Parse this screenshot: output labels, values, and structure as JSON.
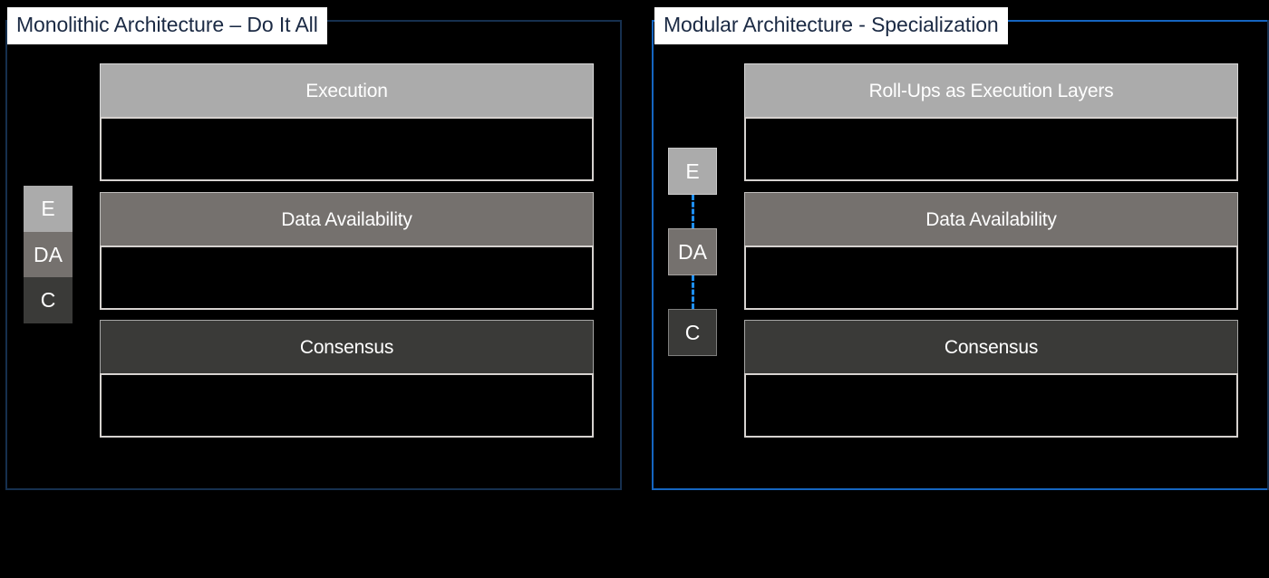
{
  "background_color": "#000000",
  "panels": [
    {
      "id": "monolithic",
      "title": "Monolithic Architecture – Do It All",
      "frame_color": "#16304f",
      "title_bg": "#ffffff",
      "title_color": "#1b2a44",
      "badge_style": "joined",
      "badges": [
        {
          "label": "E",
          "color": "#ABABAB"
        },
        {
          "label": "DA",
          "color": "#75716E"
        },
        {
          "label": "C",
          "color": "#3A3A38"
        }
      ],
      "layers": [
        {
          "label": "Execution",
          "header_color": "#ABABAB"
        },
        {
          "label": "Data Availability",
          "header_color": "#75716E"
        },
        {
          "label": "Consensus",
          "header_color": "#3A3A38"
        }
      ]
    },
    {
      "id": "modular",
      "title": "Modular Architecture - Specialization",
      "frame_color": "#1565C0",
      "title_bg": "#ffffff",
      "title_color": "#1b2a44",
      "badge_style": "split",
      "connector_color": "#1E90FF",
      "badges": [
        {
          "label": "E",
          "color": "#ABABAB"
        },
        {
          "label": "DA",
          "color": "#75716E"
        },
        {
          "label": "C",
          "color": "#3A3A38"
        }
      ],
      "layers": [
        {
          "label": "Roll-Ups as Execution Layers",
          "header_color": "#ABABAB"
        },
        {
          "label": "Data Availability",
          "header_color": "#75716E"
        },
        {
          "label": "Consensus",
          "header_color": "#3A3A38"
        }
      ]
    }
  ]
}
